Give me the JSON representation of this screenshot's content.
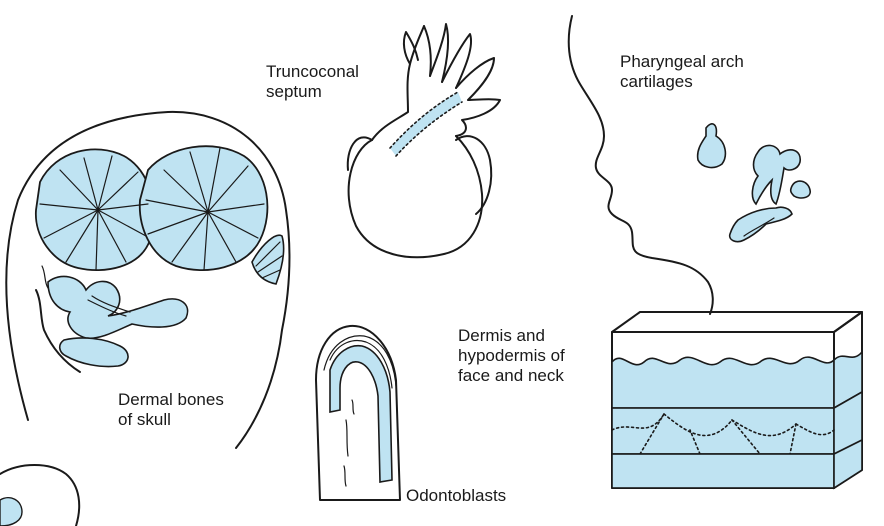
{
  "colors": {
    "neural_crest_fill": "#bfe3f2",
    "outline": "#1a1a1a",
    "background": "#ffffff"
  },
  "labels": {
    "truncoconal": "Truncoconal\nseptum",
    "pharyngeal": "Pharyngeal arch\ncartilages",
    "dermis": "Dermis and\nhypodermis of\nface and neck",
    "dermal_bones": "Dermal bones\nof skull",
    "odontoblasts": "Odontoblasts"
  }
}
